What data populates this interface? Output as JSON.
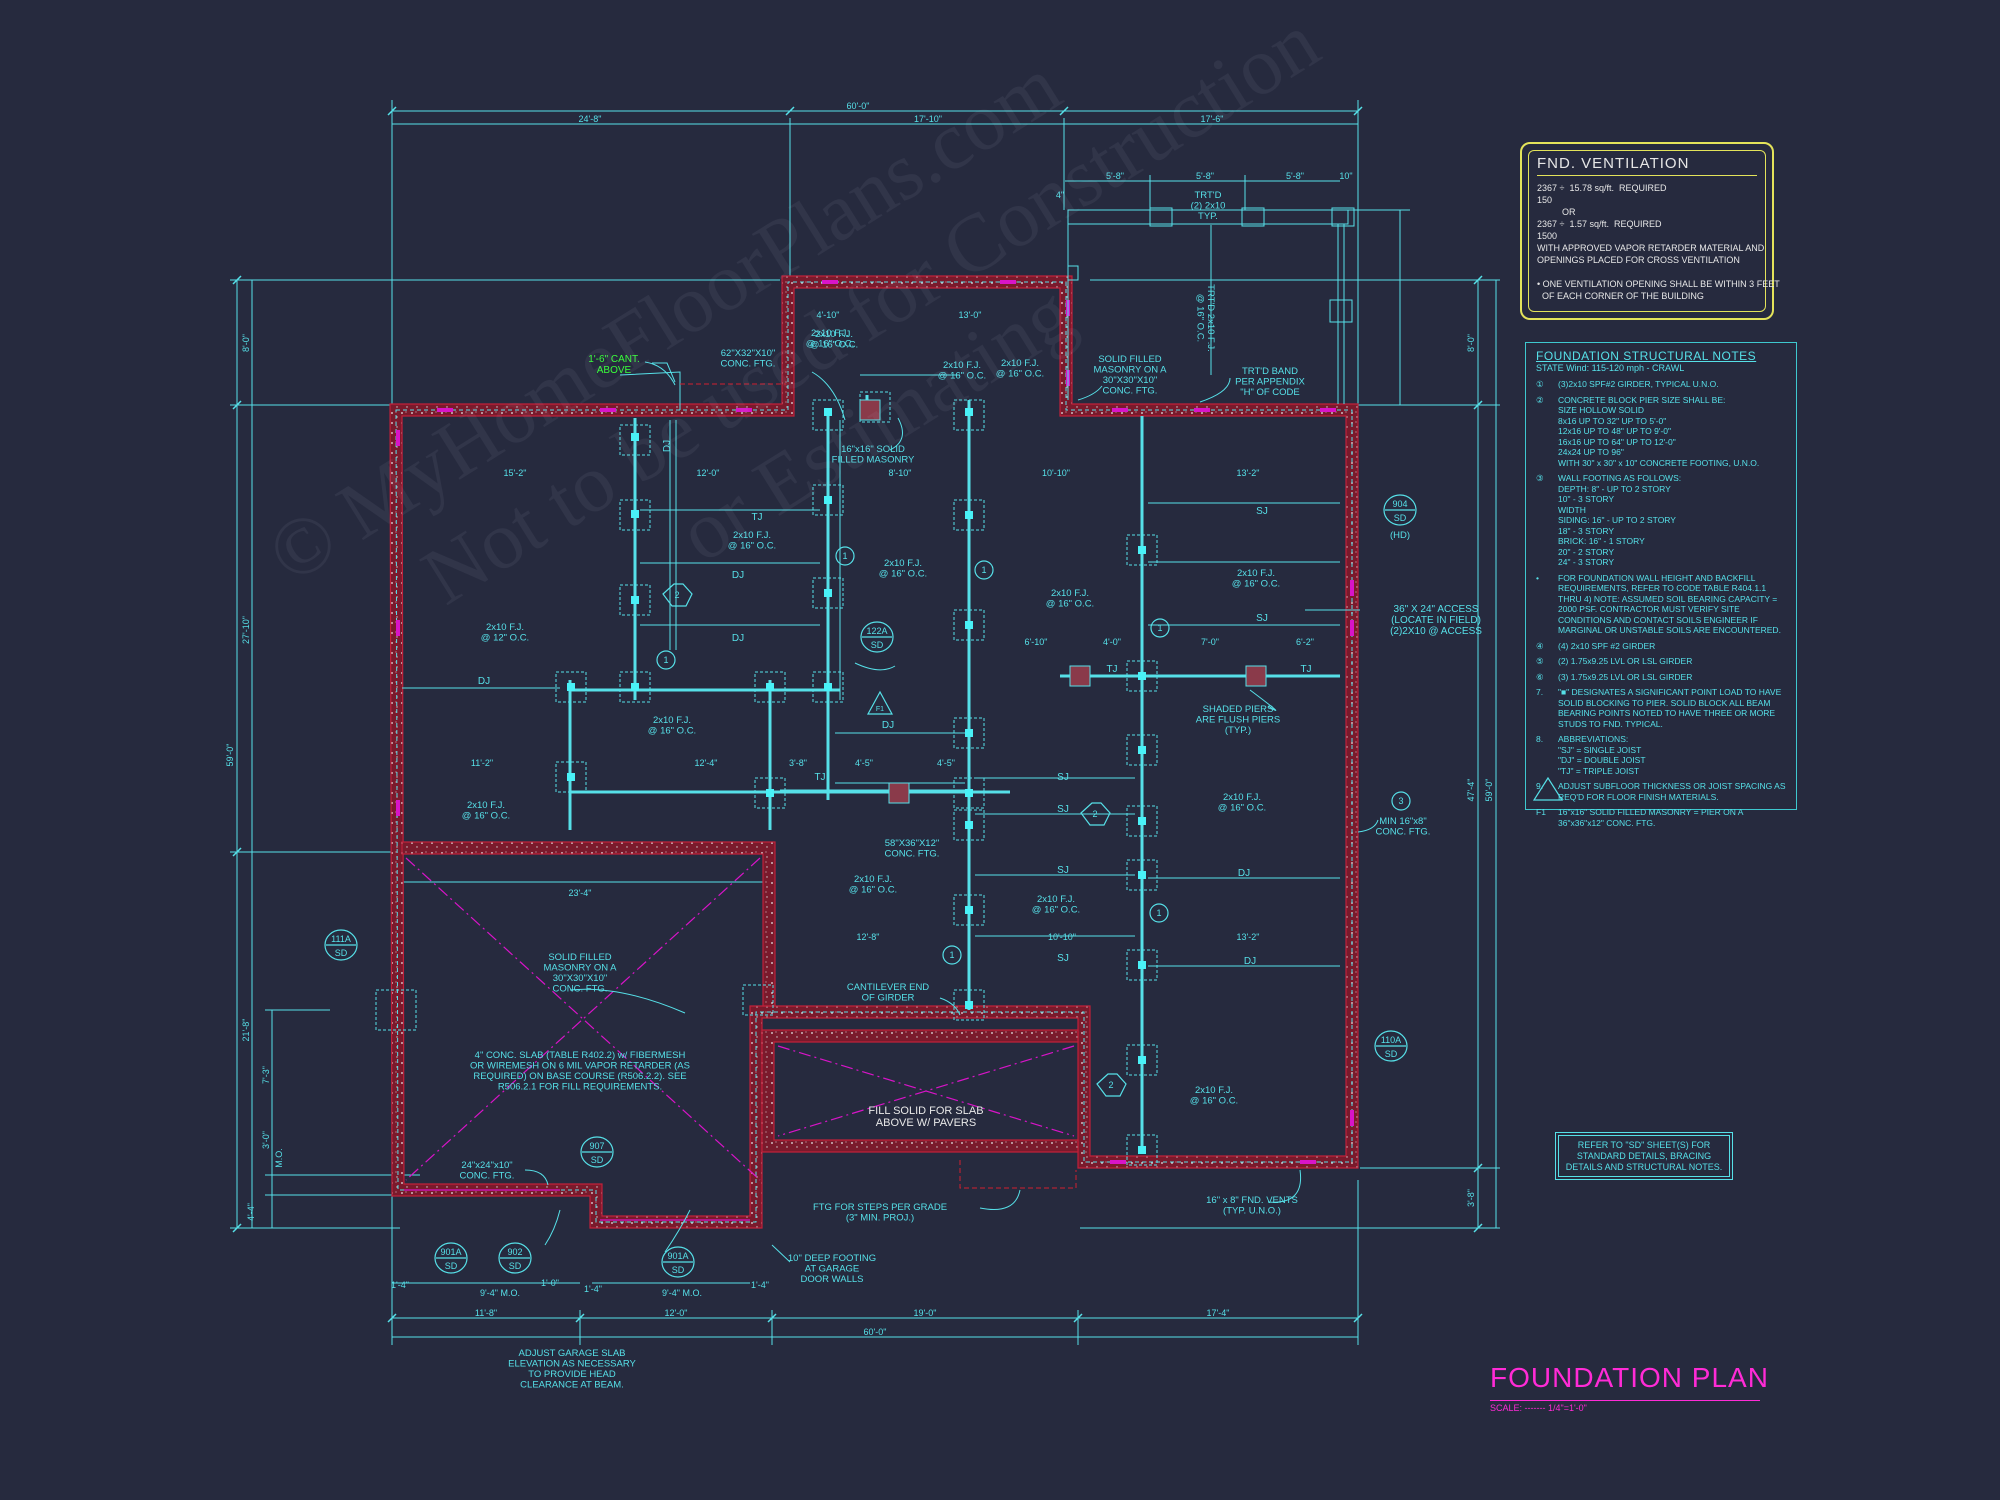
{
  "sheet": {
    "plan_title": "FOUNDATION PLAN",
    "plan_scale": "SCALE: ------- 1/4\"=1'-0\"",
    "watermark_line1": "© MyHomeFloorPlans.com",
    "watermark_line2": "Not to be used for Construction",
    "watermark_line3": "or Estimating",
    "colors": {
      "background": "#262a3e",
      "linework": "#56e0e8",
      "wall": "#c0203a",
      "accent": "#ff2bd6",
      "note_highlight": "#39ff3a",
      "vent_border": "#e3e35a"
    }
  },
  "ventilation": {
    "title": "FND. VENTILATION",
    "lines": [
      "2367 ÷  15.78 sq/ft.  REQUIRED",
      "150",
      "          OR",
      "2367 ÷  1.57 sq/ft.  REQUIRED",
      "1500",
      "WITH APPROVED VAPOR RETARDER MATERIAL AND",
      "OPENINGS PLACED FOR CROSS VENTILATION",
      "",
      "• ONE VENTILATION OPENING SHALL BE WITHIN 3 FEET",
      "  OF EACH CORNER OF THE BUILDING"
    ]
  },
  "notes": {
    "title": "FOUNDATION STRUCTURAL NOTES",
    "subtitle": "STATE Wind: 115-120 mph - CRAWL",
    "items": [
      {
        "num": "①",
        "text": "(3)2x10 SPF#2 GIRDER, TYPICAL U.N.O."
      },
      {
        "num": "②",
        "text": "CONCRETE BLOCK PIER SIZE SHALL BE:\n  SIZE     HOLLOW      SOLID\n  8x16     UP TO 32\"   UP TO 5'-0\"\n  12x16    UP TO 48\"   UP TO 9'-0\"\n  16x16    UP TO 64\"   UP TO 12'-0\"\n  24x24    UP TO 96\"\nWITH 30\" x 30\" x 10\" CONCRETE FOOTING, U.N.O."
      },
      {
        "num": "③",
        "text": "WALL FOOTING AS FOLLOWS:\n  DEPTH:    8\" - UP TO 2 STORY\n            10\" - 3 STORY\n  WIDTH\n  SIDING:   16\" - UP TO 2 STORY\n            18\" - 3 STORY\n  BRICK:    16\" - 1 STORY\n            20\" - 2 STORY\n            24\" - 3 STORY"
      },
      {
        "num": "•",
        "text": "FOR FOUNDATION WALL HEIGHT AND BACKFILL REQUIREMENTS, REFER TO CODE TABLE R404.1.1 THRU 4) NOTE: ASSUMED SOIL BEARING CAPACITY = 2000 PSF. CONTRACTOR MUST VERIFY SITE CONDITIONS AND CONTACT SOILS ENGINEER IF MARGINAL OR UNSTABLE SOILS ARE ENCOUNTERED."
      },
      {
        "num": "④",
        "text": "(4) 2x10 SPF #2 GIRDER"
      },
      {
        "num": "⑤",
        "text": "(2) 1.75x9.25 LVL OR LSL GIRDER"
      },
      {
        "num": "⑥",
        "text": "(3) 1.75x9.25 LVL OR LSL GIRDER"
      },
      {
        "num": "7.",
        "text": "\"■\" DESIGNATES A SIGNIFICANT POINT LOAD TO HAVE SOLID BLOCKING TO PIER. SOLID BLOCK ALL BEAM BEARING POINTS NOTED TO HAVE THREE OR MORE STUDS TO FND. TYPICAL."
      },
      {
        "num": "8.",
        "text": "ABBREVIATIONS:\n\"SJ\" = SINGLE JOIST\n\"DJ\" = DOUBLE JOIST\n\"TJ\" = TRIPLE JOIST"
      },
      {
        "num": "9.",
        "text": "ADJUST SUBFLOOR THICKNESS OR JOIST SPACING AS REQ'D FOR FLOOR FINISH MATERIALS."
      },
      {
        "num": "F1",
        "text": "16\"x16\" SOLID FILLED MASONRY = PIER ON A 36\"x36\"x12\" CONC. FTG."
      }
    ]
  },
  "refer_note": "REFER TO \"SD\" SHEET(S) FOR\nSTANDARD DETAILS, BRACING\nDETAILS AND STRUCTURAL NOTES.",
  "plan": {
    "dims": {
      "overall_top": "60'-0\"",
      "top_a": "24'-8\"",
      "top_b": "17'-10\"",
      "top_c": "17'-6\"",
      "porch_a": "5'-8\"",
      "porch_b": "5'-8\"",
      "porch_c": "5'-8\"",
      "porch_side": "10\"",
      "porch_left": "4\"",
      "overall_bottom": "60'-0\"",
      "bot_a": "11'-8\"",
      "bot_b": "12'-0\"",
      "bot_c": "19'-0\"",
      "bot_d": "17'-4\"",
      "left_overall": "59'-0\"",
      "left_a": "8'-0\"",
      "left_b": "27'-10\"",
      "left_c": "21'-8\"",
      "left_d": "7'-3\"",
      "left_e": "3'-0\"",
      "left_f": "4'-4\"",
      "right_overall": "59'-0\"",
      "right_a": "8'-0\"",
      "right_b": "47'-4\"",
      "right_c": "3'-8\"",
      "garage_width": "23'-4\"",
      "mo_a": "9'-4\" M.O.",
      "mo_b": "9'-4\" M.O.",
      "mo_side": "M.O.",
      "d_4_10": "4'-10\"",
      "d_13_0": "13'-0\"",
      "d_15_2": "15'-2\"",
      "d_12_0": "12'-0\"",
      "d_8_10": "8'-10\"",
      "d_10_10": "10'-10\"",
      "d_13_2a": "13'-2\"",
      "d_13_2b": "13'-2\"",
      "d_11_2": "11'-2\"",
      "d_12_4": "12'-4\"",
      "d_3_8": "3'-8\"",
      "d_4_5a": "4'-5\"",
      "d_4_5b": "4'-5\"",
      "d_6_10": "6'-10\"",
      "d_4_0": "4'-0\"",
      "d_7_0": "7'-0\"",
      "d_6_2": "6'-2\"",
      "d_12_8": "12'-8\"",
      "d_10_10b": "10'-10\"",
      "d_1_4a": "1'-4\"",
      "d_1_0": "1'-0\"",
      "d_1_4b": "1'-4\"",
      "d_1_4c": "1'-4\""
    },
    "joists": {
      "fj1": "2x10 F.J.\n@ 16\" O.C.",
      "fj2": "2x10 F.J.\n@ 12\" O.C.",
      "fj3": "2x10 F.J.\n@ 16\" O.C.",
      "fj4": "2x10 F.J.\n@ 16\" O.C.",
      "fj5": "2x10 F.J.\n@ 16\" O.C.",
      "fj6": "2x10 F.J.\n@ 16\" O.C.",
      "fj7": "2x10 F.J.\n@ 16\" O.C.",
      "fj8": "2x10 F.J.\n@ 16\" O.C.",
      "fj9": "2x10 F.J.\n@ 16\" O.C.",
      "fj10": "2x10 F.J.\n@ 16\" O.C.",
      "fj11": "2x10 F.J.\n@ 16\" O.C.",
      "fj12": "2x10 F.J.\n@ 16\" O.C.",
      "fj13": "2x10 F.J.\n@ 16\" O.C.",
      "fj14": "2x10 F.J.\n@ 16\" O.C.",
      "fj15": "2x10 F.J.\n@ 16\" O.C.",
      "trtd_fj": "TRT'D 2x10 F.J.\n@ 16\" O.C."
    },
    "abbr": {
      "dj": "DJ",
      "tj": "TJ",
      "sj": "SJ"
    },
    "labels": {
      "cant_above": "1'-6\" CANT.\nABOVE",
      "conc_ftg_62": "62\"X32\"X10\"\nCONC. FTG.",
      "solid_16": "16\"x16\" SOLID\nFILLED MASONRY",
      "solid_filled_top": "SOLID FILLED\nMASONRY ON A\n30\"X30\"X10\"\nCONC. FTG.",
      "trtd_band": "TRT'D BAND\nPER APPENDIX\n\"H\" OF CODE",
      "trtd_2x10": "TRT'D\n(2) 2x10\nTYP.",
      "access": "36\" X 24\" ACCESS\n(LOCATE IN FIELD)\n(2)2X10 @ ACCESS",
      "shaded_piers": "SHADED PIERS\nARE FLUSH PIERS\n(TYP.)",
      "min_ftg": "MIN 16\"x8\"\nCONC. FTG.",
      "conc_58": "58\"X36\"X12\"\nCONC. FTG.",
      "cantilever": "CANTILEVER END\nOF GIRDER",
      "solid_filled_garage": "SOLID FILLED\nMASONRY ON A\n30\"X30\"X10\"\nCONC. FTG.",
      "slab": "4\" CONC. SLAB (TABLE R402.2) w/ FIBERMESH\nOR WIREMESH ON 6 MIL VAPOR RETARDER (AS\nREQUIRED) ON BASE COURSE (R506.2.2). SEE\nR506.2.1 FOR FILL REQUIREMENTS.",
      "conc_24": "24\"x24\"x10\"\nCONC. FTG.",
      "fill_solid": "FILL SOLID FOR SLAB\nABOVE W/ PAVERS",
      "ftg_steps": "FTG FOR STEPS PER GRADE\n(3\" MIN. PROJ.)",
      "deep_footing": "10\" DEEP FOOTING\nAT GARAGE\nDOOR WALLS",
      "fnd_vents": "16\" x 8\" FND. VENTS\n(TYP. U.N.O.)",
      "adjust_garage": "ADJUST GARAGE SLAB\nELEVATION AS NECESSARY\nTO PROVIDE HEAD\nCLEARANCE AT BEAM.",
      "hd": "(HD)"
    },
    "callouts": {
      "c904": "904",
      "c122a": "122A",
      "c111a": "111A",
      "c110a": "110A",
      "c901a_1": "901A",
      "c902": "902",
      "c901a_2": "901A",
      "c907": "907",
      "sd": "SD",
      "n1": "1",
      "n2": "2",
      "n3": "3",
      "f1": "F1"
    }
  }
}
